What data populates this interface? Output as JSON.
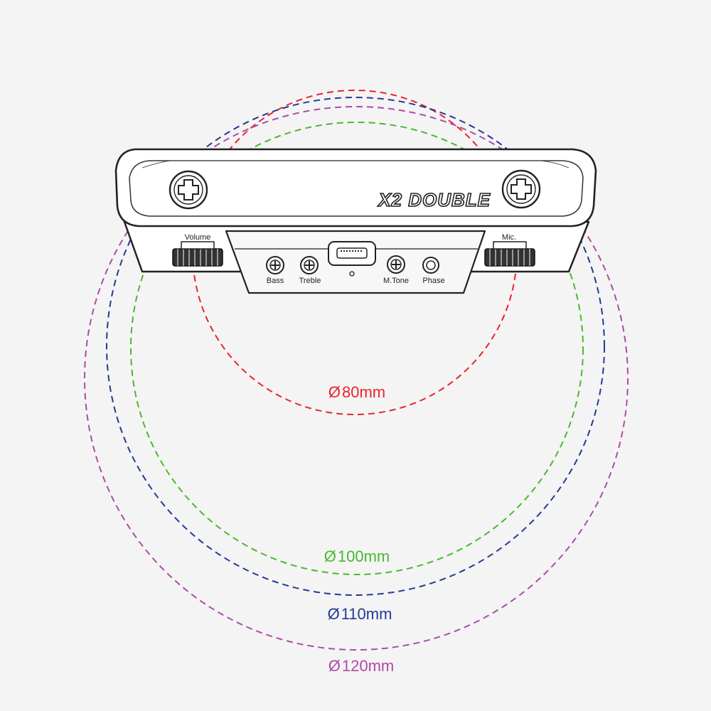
{
  "product": {
    "brand": "X2 DOUBLE",
    "left_knob_label": "Volume",
    "right_knob_label": "Mic.",
    "controls": [
      {
        "label": "Bass",
        "icon": "plus-knob-icon"
      },
      {
        "label": "Treble",
        "icon": "plus-knob-icon"
      },
      {
        "label": "M.Tone",
        "icon": "plus-knob-icon"
      },
      {
        "label": "Phase",
        "icon": "circle-button-icon"
      }
    ]
  },
  "diameters": [
    {
      "symbol": "Ø",
      "text": "80mm",
      "color": "#e8242b"
    },
    {
      "symbol": "Ø",
      "text": "100mm",
      "color": "#49b82f"
    },
    {
      "symbol": "Ø",
      "text": "110mm",
      "color": "#233a93"
    },
    {
      "symbol": "Ø",
      "text": "120mm",
      "color": "#ae4ba6"
    }
  ]
}
